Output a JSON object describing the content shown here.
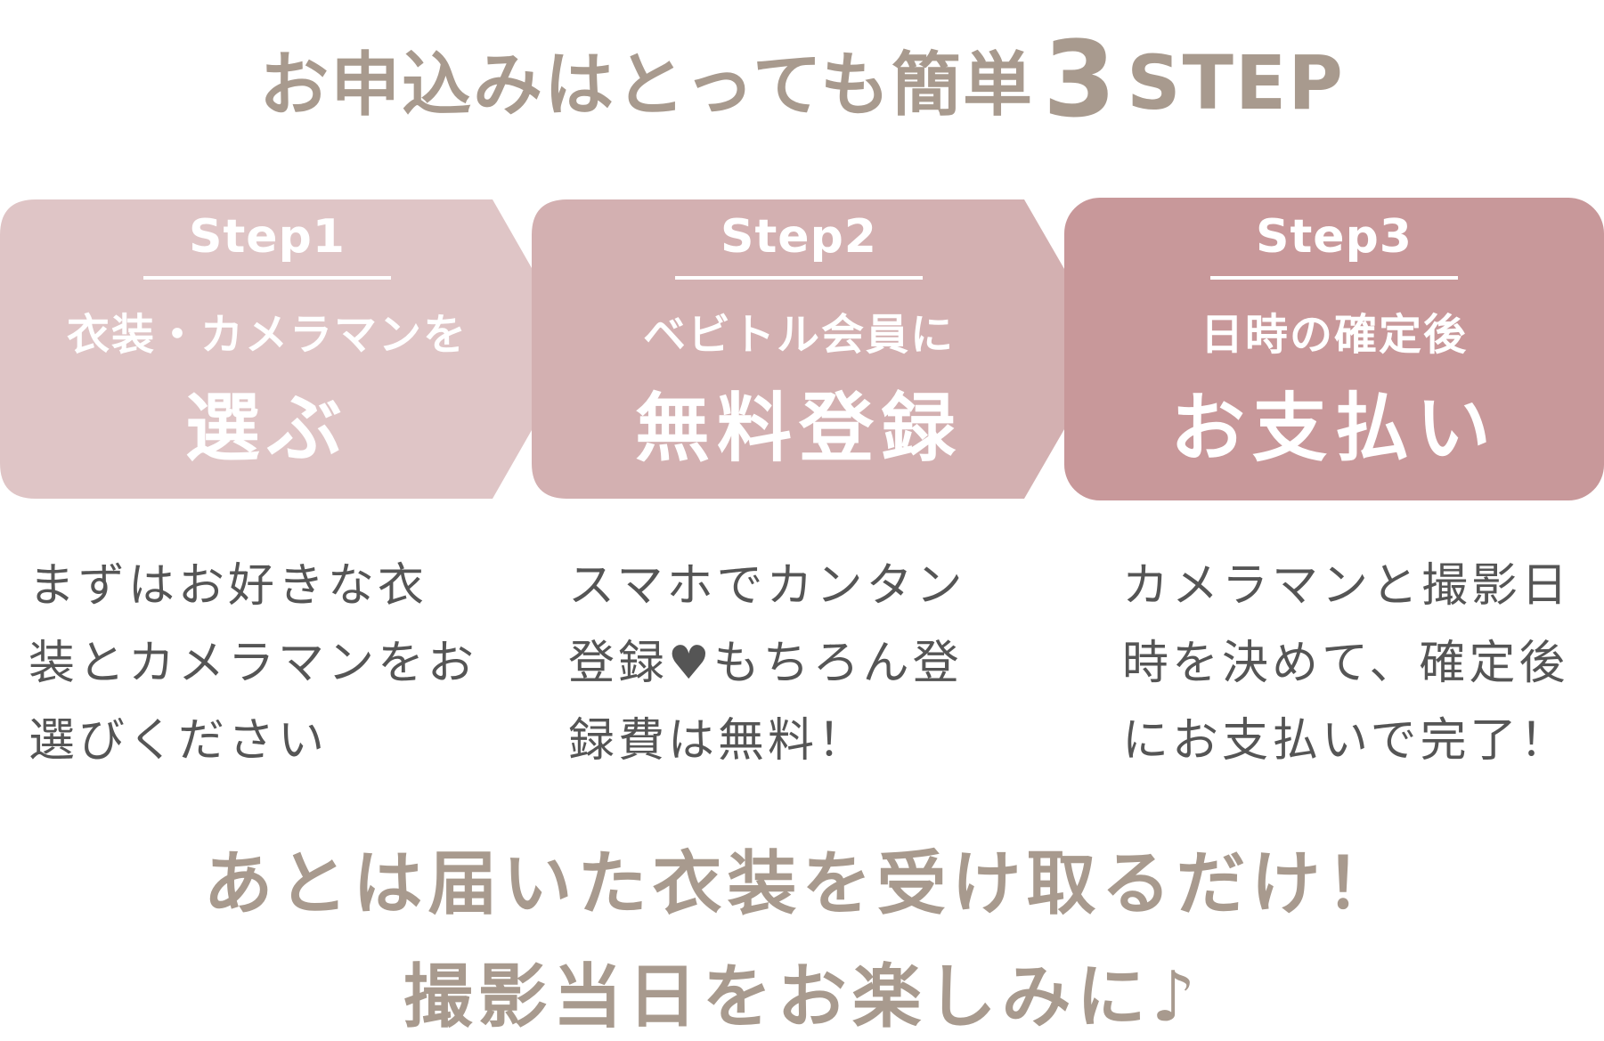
{
  "title": {
    "prefix": "お申込みはとっても簡単",
    "number": "3",
    "suffix": "STEP",
    "color": "#a89a8e"
  },
  "steps": [
    {
      "label": "Step1",
      "line1": "衣装・カメラマンを",
      "line2": "選ぶ",
      "color": "#dfc5c6",
      "desc": [
        "まずはお好きな衣",
        "装とカメラマンをお",
        "選びください"
      ]
    },
    {
      "label": "Step2",
      "line1": "ベビトル会員に",
      "line2": "無料登録",
      "color": "#d3b0b1",
      "desc": [
        "スマホでカンタン",
        "登録♥もちろん登",
        "録費は無料！"
      ]
    },
    {
      "label": "Step3",
      "line1": "日時の確定後",
      "line2": "お支払い",
      "color": "#c8989a",
      "desc": [
        "カメラマンと撮影日",
        "時を決めて、確定後",
        "にお支払いで完了！"
      ]
    }
  ],
  "footer": {
    "line1": "あとは届いた衣装を受け取るだけ！",
    "line2": "撮影当日をお楽しみに♪"
  }
}
